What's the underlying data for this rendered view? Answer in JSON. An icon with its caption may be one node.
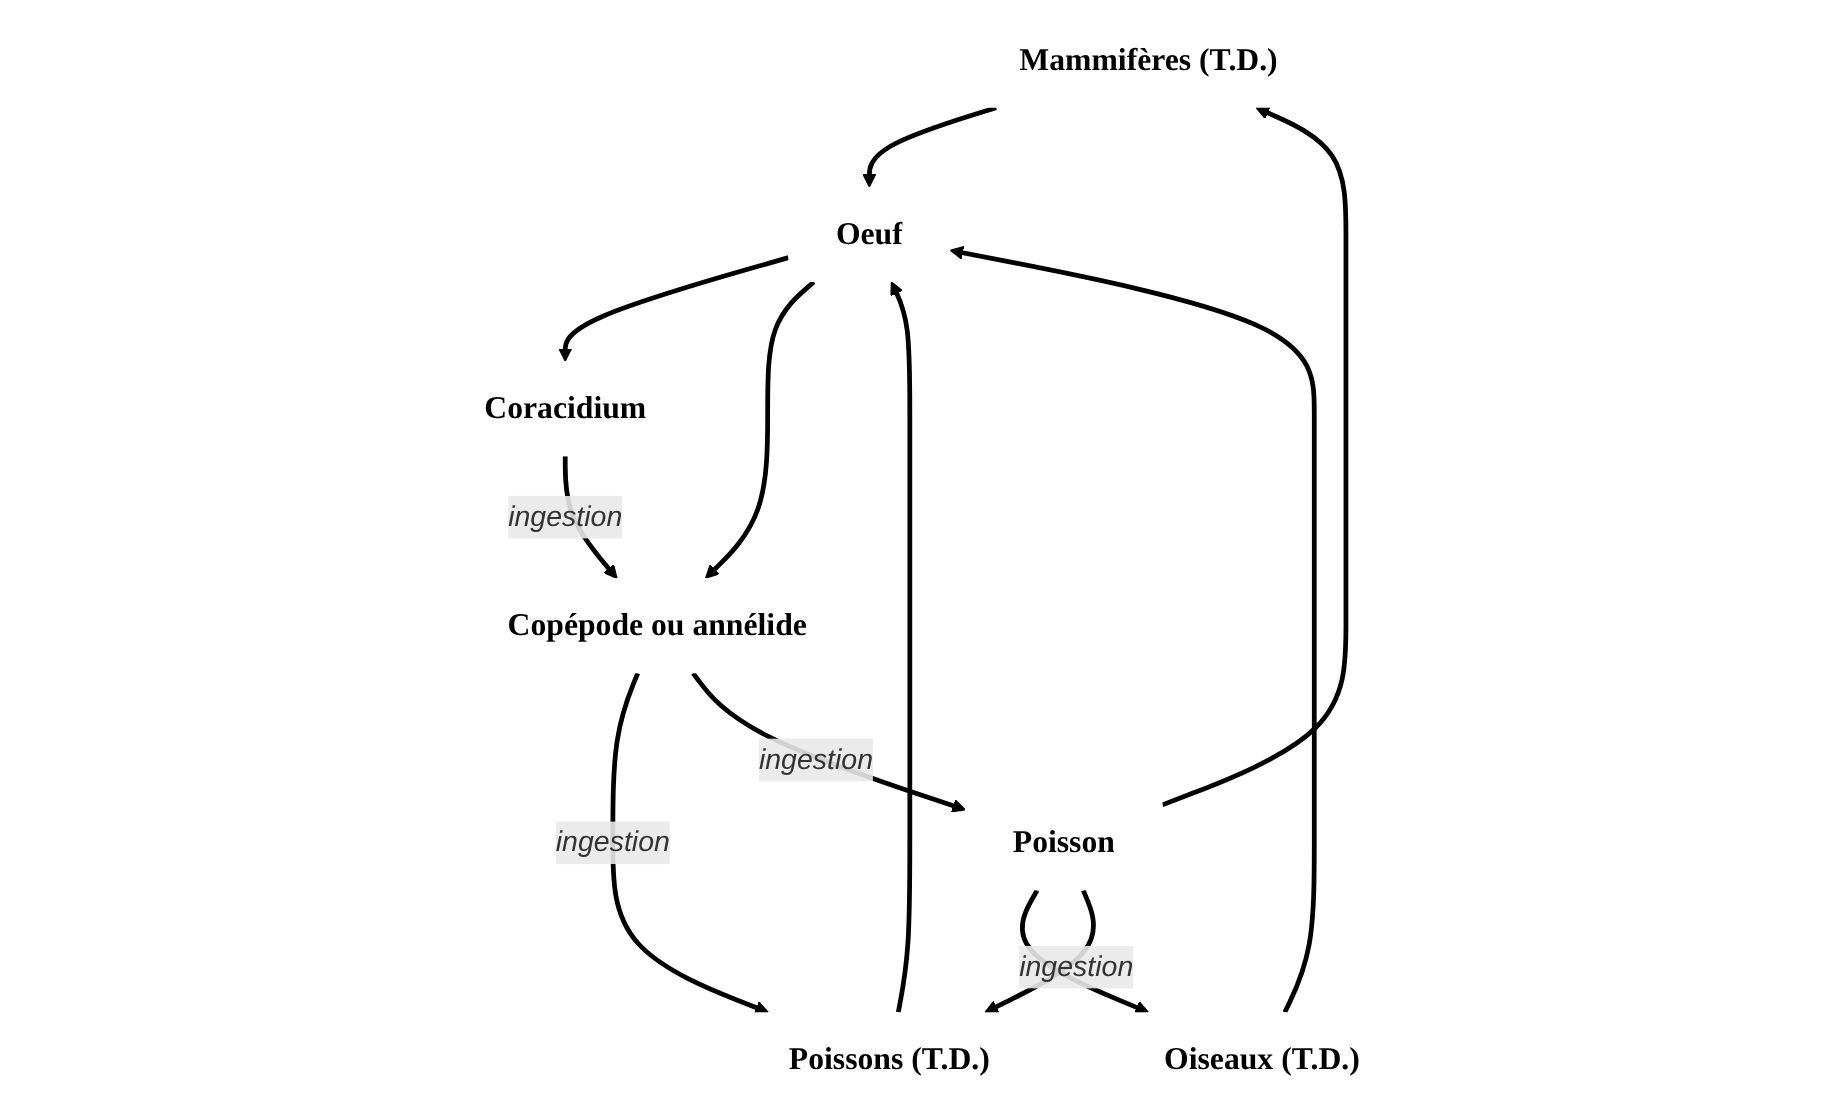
{
  "diagram": {
    "nodes": [
      {
        "text": [
          "Mammifères (T.D.)"
        ]
      },
      {
        "text": [
          "Oiseaux (T.D.)"
        ]
      },
      {
        "text": [
          "Poissons (T.D.)"
        ]
      },
      {
        "text": [
          "Poisson"
        ]
      },
      {
        "text": [
          "Oeuf"
        ]
      },
      {
        "text": [
          "Coracidium"
        ]
      },
      {
        "text": [
          "Copépode ou annélide"
        ]
      }
    ],
    "edges": [
      {
        "from": 3,
        "to": 0,
        "arrow": "to"
      },
      {
        "from": 3,
        "to": 1,
        "arrow": "to"
      },
      {
        "from": 3,
        "to": 2,
        "arrow": "to",
        "label": "ingestion"
      },
      {
        "from": 0,
        "to": 4,
        "arrow": "to"
      },
      {
        "from": 1,
        "to": 4,
        "arrow": "to"
      },
      {
        "from": 2,
        "to": 4,
        "arrow": "to"
      },
      {
        "from": 4,
        "to": 5,
        "arrow": "to"
      },
      {
        "from": 5,
        "to": 6,
        "arrow": "to",
        "label": "ingestion"
      },
      {
        "from": 4,
        "to": 6,
        "arrow": "to"
      },
      {
        "from": 6,
        "to": 2,
        "arrow": "to",
        "label": "ingestion"
      },
      {
        "from": 6,
        "to": 3,
        "arrow": "to",
        "label": "ingestion"
      }
    ]
  }
}
